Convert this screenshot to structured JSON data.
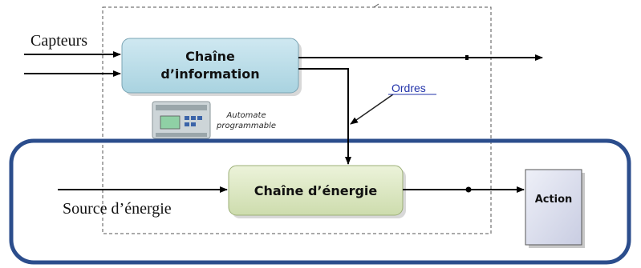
{
  "labels": {
    "capteurs": "Capteurs",
    "source": "Source d’énergie",
    "ordres": "Ordres"
  },
  "blocks": {
    "information": {
      "line1": "Chaîne",
      "line2": "d’information"
    },
    "energie": "Chaîne d’énergie",
    "action": "Action"
  },
  "plc": {
    "caption_line1": "Automate",
    "caption_line2": "programmable"
  },
  "colors": {
    "information_block": "#bfe0ea",
    "energy_block": "#dde8c4",
    "outer_frame": "#2b4d8c",
    "ordres_text": "#2233aa"
  }
}
